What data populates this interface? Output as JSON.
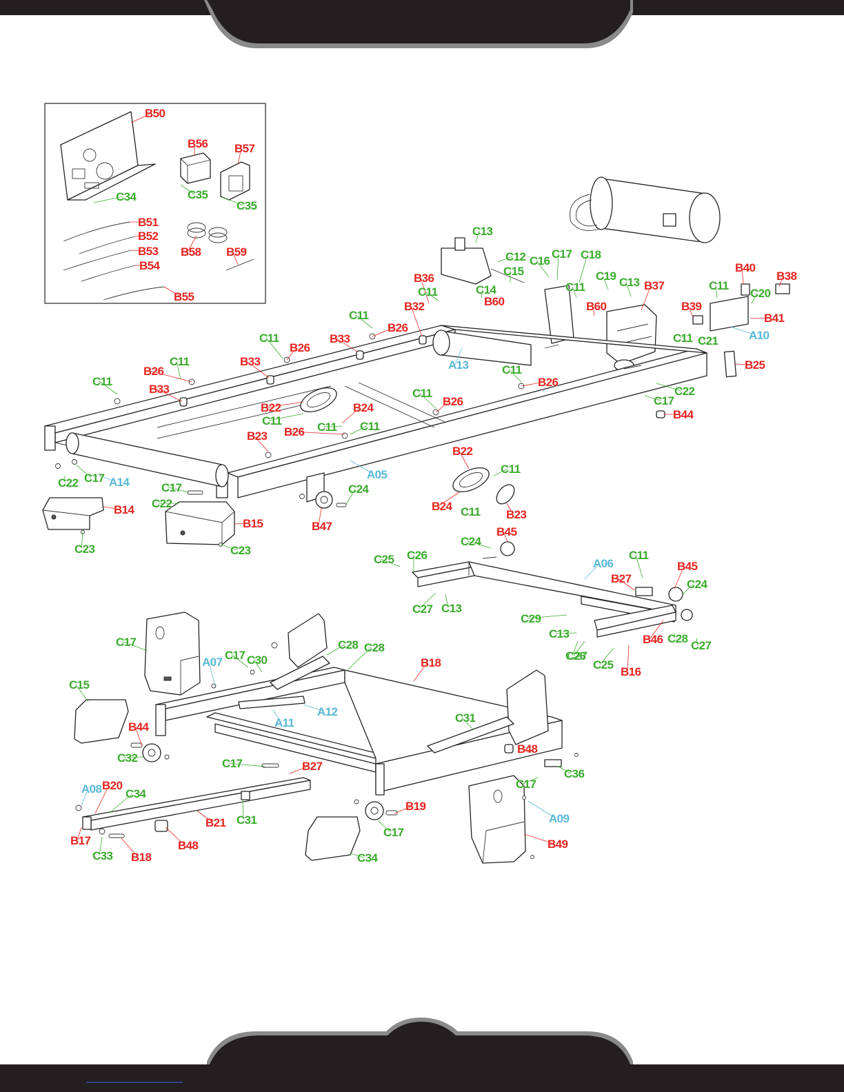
{
  "colors": {
    "red_label": "#e52521",
    "green_label": "#3aab2c",
    "blue_label": "#5ab8d6",
    "header_dark": "#231f20",
    "header_gray": "#8a8a8a"
  },
  "labels": [
    {
      "text": "B50",
      "color": "red"
    },
    {
      "text": "B56",
      "color": "red"
    },
    {
      "text": "B57",
      "color": "red"
    },
    {
      "text": "C34",
      "color": "green"
    },
    {
      "text": "C35",
      "color": "green"
    },
    {
      "text": "C35",
      "color": "green"
    },
    {
      "text": "B51",
      "color": "red"
    },
    {
      "text": "B52",
      "color": "red"
    },
    {
      "text": "B53",
      "color": "red"
    },
    {
      "text": "B54",
      "color": "red"
    },
    {
      "text": "B55",
      "color": "red"
    },
    {
      "text": "B58",
      "color": "red"
    },
    {
      "text": "B59",
      "color": "red"
    },
    {
      "text": "C13",
      "color": "green"
    },
    {
      "text": "C12",
      "color": "green"
    },
    {
      "text": "C15",
      "color": "green"
    },
    {
      "text": "C17",
      "color": "green"
    },
    {
      "text": "C18",
      "color": "green"
    },
    {
      "text": "C16",
      "color": "green"
    },
    {
      "text": "C19",
      "color": "green"
    },
    {
      "text": "C13",
      "color": "green"
    },
    {
      "text": "B37",
      "color": "red"
    },
    {
      "text": "C11",
      "color": "green"
    },
    {
      "text": "B36",
      "color": "red"
    },
    {
      "text": "C11",
      "color": "green"
    },
    {
      "text": "C14",
      "color": "green"
    },
    {
      "text": "B60",
      "color": "red"
    },
    {
      "text": "B60",
      "color": "red"
    },
    {
      "text": "B40",
      "color": "red"
    },
    {
      "text": "B38",
      "color": "red"
    },
    {
      "text": "C11",
      "color": "green"
    },
    {
      "text": "C20",
      "color": "green"
    },
    {
      "text": "B39",
      "color": "red"
    },
    {
      "text": "B41",
      "color": "red"
    },
    {
      "text": "C11",
      "color": "green"
    },
    {
      "text": "C21",
      "color": "green"
    },
    {
      "text": "A10",
      "color": "blue"
    },
    {
      "text": "B25",
      "color": "red"
    },
    {
      "text": "B32",
      "color": "red"
    },
    {
      "text": "C11",
      "color": "green"
    },
    {
      "text": "B26",
      "color": "red"
    },
    {
      "text": "C11",
      "color": "green"
    },
    {
      "text": "B26",
      "color": "red"
    },
    {
      "text": "B33",
      "color": "red"
    },
    {
      "text": "A13",
      "color": "blue"
    },
    {
      "text": "C11",
      "color": "green"
    },
    {
      "text": "B26",
      "color": "red"
    },
    {
      "text": "C11",
      "color": "green"
    },
    {
      "text": "B26",
      "color": "red"
    },
    {
      "text": "C22",
      "color": "green"
    },
    {
      "text": "C17",
      "color": "green"
    },
    {
      "text": "B44",
      "color": "red"
    },
    {
      "text": "B33",
      "color": "red"
    },
    {
      "text": "C11",
      "color": "green"
    },
    {
      "text": "B26",
      "color": "red"
    },
    {
      "text": "C11",
      "color": "green"
    },
    {
      "text": "B33",
      "color": "red"
    },
    {
      "text": "B23",
      "color": "red"
    },
    {
      "text": "B22",
      "color": "red"
    },
    {
      "text": "B24",
      "color": "red"
    },
    {
      "text": "C11",
      "color": "green"
    },
    {
      "text": "C11",
      "color": "green"
    },
    {
      "text": "C11",
      "color": "green"
    },
    {
      "text": "B26",
      "color": "red"
    },
    {
      "text": "A05",
      "color": "blue"
    },
    {
      "text": "C22",
      "color": "green"
    },
    {
      "text": "C17",
      "color": "green"
    },
    {
      "text": "A14",
      "color": "blue"
    },
    {
      "text": "C17",
      "color": "green"
    },
    {
      "text": "C22",
      "color": "green"
    },
    {
      "text": "B14",
      "color": "red"
    },
    {
      "text": "C24",
      "color": "green"
    },
    {
      "text": "B47",
      "color": "red"
    },
    {
      "text": "B15",
      "color": "red"
    },
    {
      "text": "C23",
      "color": "green"
    },
    {
      "text": "C23",
      "color": "green"
    },
    {
      "text": "B22",
      "color": "red"
    },
    {
      "text": "C11",
      "color": "green"
    },
    {
      "text": "B24",
      "color": "red"
    },
    {
      "text": "C11",
      "color": "green"
    },
    {
      "text": "B23",
      "color": "red"
    },
    {
      "text": "C24",
      "color": "green"
    },
    {
      "text": "B45",
      "color": "red"
    },
    {
      "text": "C25",
      "color": "green"
    },
    {
      "text": "C26",
      "color": "green"
    },
    {
      "text": "A06",
      "color": "blue"
    },
    {
      "text": "C11",
      "color": "green"
    },
    {
      "text": "B27",
      "color": "red"
    },
    {
      "text": "B45",
      "color": "red"
    },
    {
      "text": "C24",
      "color": "green"
    },
    {
      "text": "C27",
      "color": "green"
    },
    {
      "text": "C13",
      "color": "green"
    },
    {
      "text": "C29",
      "color": "green"
    },
    {
      "text": "C13",
      "color": "green"
    },
    {
      "text": "B46",
      "color": "red"
    },
    {
      "text": "C27",
      "color": "green"
    },
    {
      "text": "C28",
      "color": "green"
    },
    {
      "text": "C27",
      "color": "green"
    },
    {
      "text": "C26",
      "color": "green"
    },
    {
      "text": "C25",
      "color": "green"
    },
    {
      "text": "B16",
      "color": "red"
    },
    {
      "text": "C17",
      "color": "green"
    },
    {
      "text": "C28",
      "color": "green"
    },
    {
      "text": "C28",
      "color": "green"
    },
    {
      "text": "C17",
      "color": "green"
    },
    {
      "text": "C30",
      "color": "green"
    },
    {
      "text": "A07",
      "color": "blue"
    },
    {
      "text": "B18",
      "color": "red"
    },
    {
      "text": "C15",
      "color": "green"
    },
    {
      "text": "A12",
      "color": "blue"
    },
    {
      "text": "A11",
      "color": "blue"
    },
    {
      "text": "C31",
      "color": "green"
    },
    {
      "text": "B44",
      "color": "red"
    },
    {
      "text": "B48",
      "color": "red"
    },
    {
      "text": "C32",
      "color": "green"
    },
    {
      "text": "C17",
      "color": "green"
    },
    {
      "text": "B27",
      "color": "red"
    },
    {
      "text": "C36",
      "color": "green"
    },
    {
      "text": "C17",
      "color": "green"
    },
    {
      "text": "A08",
      "color": "blue"
    },
    {
      "text": "B20",
      "color": "red"
    },
    {
      "text": "C34",
      "color": "green"
    },
    {
      "text": "A09",
      "color": "blue"
    },
    {
      "text": "B21",
      "color": "red"
    },
    {
      "text": "C31",
      "color": "green"
    },
    {
      "text": "B19",
      "color": "red"
    },
    {
      "text": "B17",
      "color": "red"
    },
    {
      "text": "B49",
      "color": "red"
    },
    {
      "text": "B48",
      "color": "red"
    },
    {
      "text": "C17",
      "color": "green"
    },
    {
      "text": "C33",
      "color": "green"
    },
    {
      "text": "B18",
      "color": "red"
    },
    {
      "text": "C34",
      "color": "green"
    }
  ]
}
